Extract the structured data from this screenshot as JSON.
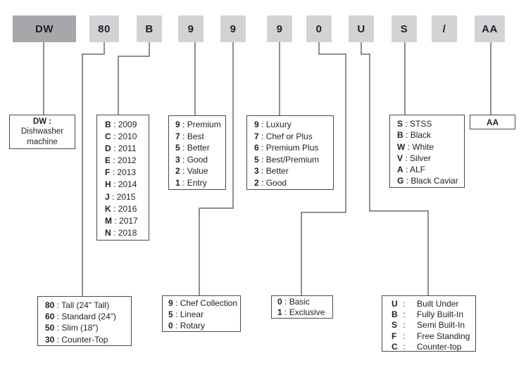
{
  "ui": {
    "sep": " : "
  },
  "colors": {
    "code_box_fill": "#d3d3d5",
    "code_box_fill_dark": "#a7a7ab",
    "legend_border": "#4a4a4a",
    "connector": "#6a6a6a",
    "text": "#1f1f27"
  },
  "code_boxes": [
    {
      "text": "DW"
    },
    {
      "text": "80"
    },
    {
      "text": "B"
    },
    {
      "text": "9"
    },
    {
      "text": "9"
    },
    {
      "text": "9"
    },
    {
      "text": "0"
    },
    {
      "text": "U"
    },
    {
      "text": "S"
    },
    {
      "text": "/"
    },
    {
      "text": "AA"
    }
  ],
  "legends": {
    "machine": {
      "lines": [
        "DW :",
        "Dishwasher",
        "machine"
      ]
    },
    "year": {
      "items": [
        {
          "code": "B",
          "label": "2009"
        },
        {
          "code": "C",
          "label": "2010"
        },
        {
          "code": "D",
          "label": "2011"
        },
        {
          "code": "E",
          "label": "2012"
        },
        {
          "code": "F",
          "label": "2013"
        },
        {
          "code": "H",
          "label": "2014"
        },
        {
          "code": "J",
          "label": "2015"
        },
        {
          "code": "K",
          "label": "2016"
        },
        {
          "code": "M",
          "label": "2017"
        },
        {
          "code": "N",
          "label": "2018"
        }
      ]
    },
    "grade": {
      "items": [
        {
          "code": "9",
          "label": "Premium"
        },
        {
          "code": "7",
          "label": "Best"
        },
        {
          "code": "5",
          "label": "Better"
        },
        {
          "code": "3",
          "label": "Good"
        },
        {
          "code": "2",
          "label": "Value"
        },
        {
          "code": "1",
          "label": "Entry"
        }
      ]
    },
    "series": {
      "items": [
        {
          "code": "9",
          "label": "Luxury"
        },
        {
          "code": "7",
          "label": "Chef or Plus"
        },
        {
          "code": "6",
          "label": "Premium Plus"
        },
        {
          "code": "5",
          "label": "Best/Premium"
        },
        {
          "code": "3",
          "label": "Better"
        },
        {
          "code": "2",
          "label": "Good"
        }
      ]
    },
    "color": {
      "items": [
        {
          "code": "S",
          "label": "STSS"
        },
        {
          "code": "B",
          "label": "Black"
        },
        {
          "code": "W",
          "label": "White"
        },
        {
          "code": "V",
          "label": "Silver"
        },
        {
          "code": "A",
          "label": "ALF"
        },
        {
          "code": "G",
          "label": "Black Caviar"
        }
      ]
    },
    "suffix": {
      "label": "AA"
    },
    "size": {
      "items": [
        {
          "code": "80",
          "label": "Tall (24\" Tall)"
        },
        {
          "code": "60",
          "label": "Standard (24\")"
        },
        {
          "code": "50",
          "label": "Slim (18\")"
        },
        {
          "code": "30",
          "label": "Counter-Top"
        }
      ]
    },
    "collection": {
      "items": [
        {
          "code": "9",
          "label": "Chef Collection"
        },
        {
          "code": "5",
          "label": "Linear"
        },
        {
          "code": "0",
          "label": "Rotary"
        }
      ]
    },
    "variant": {
      "items": [
        {
          "code": "0",
          "label": "Basic"
        },
        {
          "code": "1",
          "label": "Exclusive"
        }
      ]
    },
    "installation": {
      "items": [
        {
          "code": "U",
          "label": "Built Under"
        },
        {
          "code": "B",
          "label": "Fully Built-In"
        },
        {
          "code": "S",
          "label": "Semi Built-In"
        },
        {
          "code": "F",
          "label": "Free Standing"
        },
        {
          "code": "C",
          "label": "Counter-top"
        }
      ]
    }
  }
}
